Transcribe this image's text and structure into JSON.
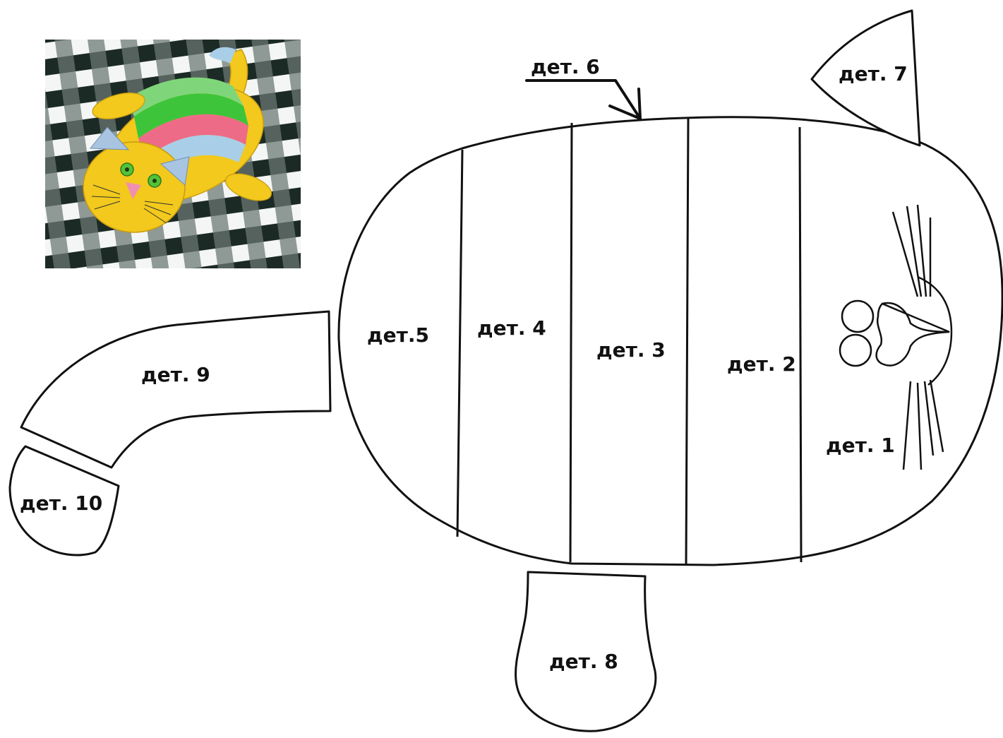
{
  "photo": {
    "alt": "sewn toy cat on checkered fabric"
  },
  "labels": {
    "part1": "дет. 1",
    "part2": "дет. 2",
    "part3": "дет. 3",
    "part4": "дет. 4",
    "part5": "дет.5",
    "part6": "дет. 6",
    "part7": "дет. 7",
    "part8": "дет. 8",
    "part9": "дет. 9",
    "part10": "дет. 10"
  },
  "colors": {
    "line": "#111111",
    "background": "#ffffff",
    "cat_yellow": "#f2c91c",
    "stripe_green": "#3ec43a",
    "stripe_pink": "#ee6b88",
    "stripe_blue": "#a9cfe8",
    "nose_pink": "#f08fb2"
  }
}
